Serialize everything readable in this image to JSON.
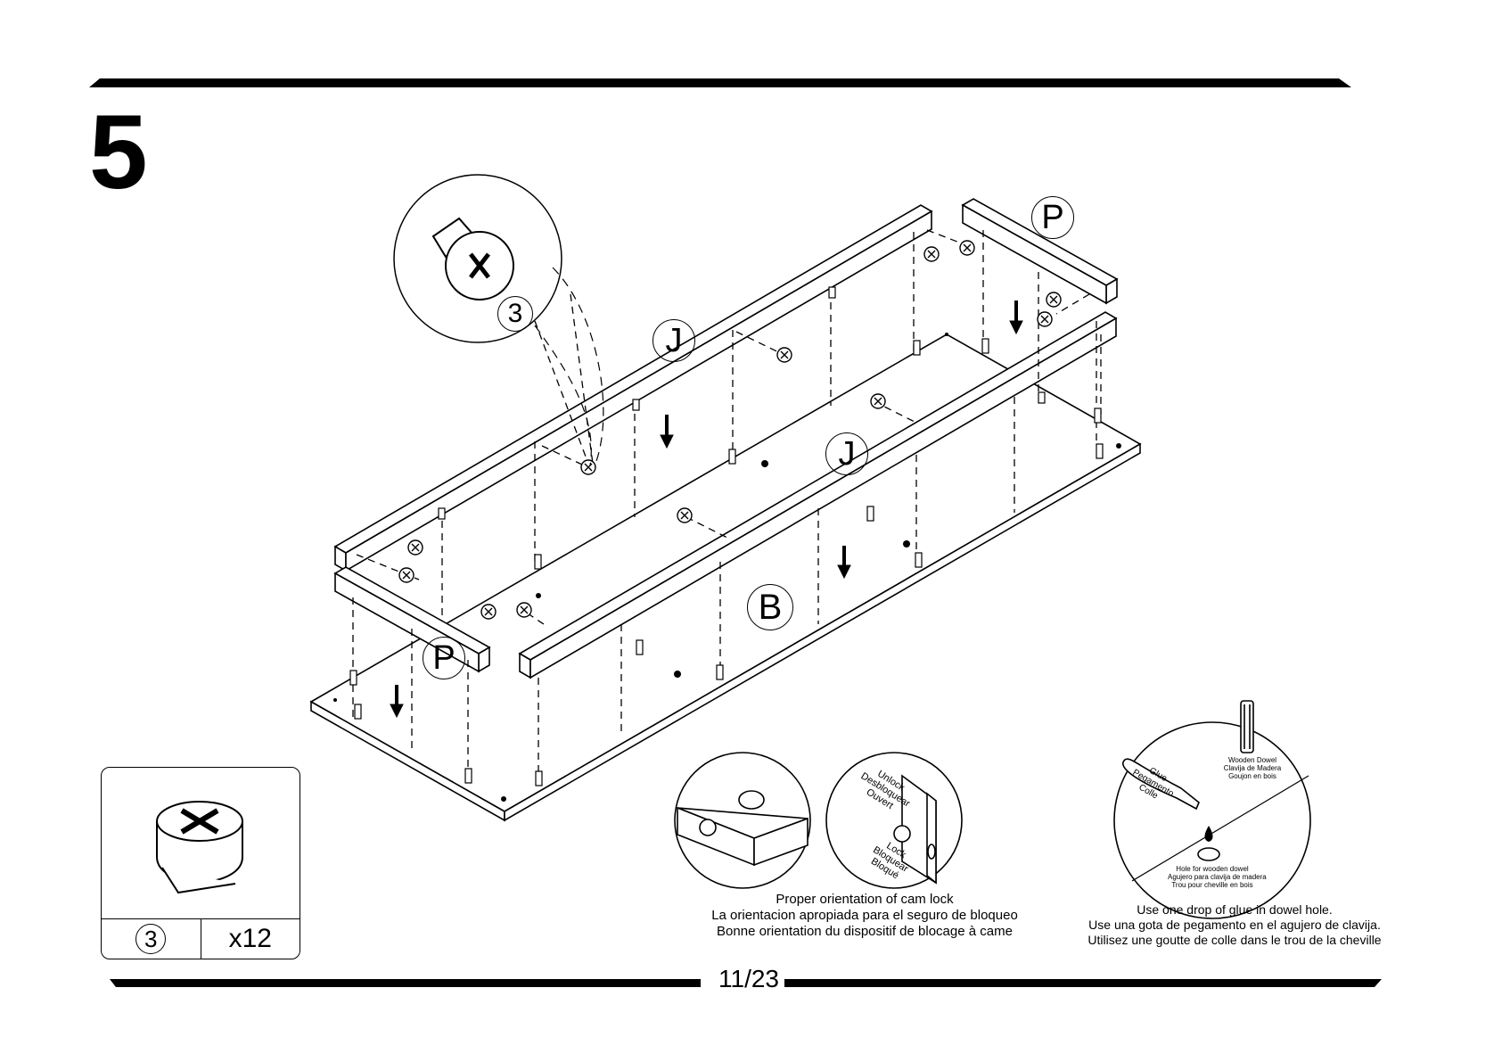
{
  "step": {
    "number": "5"
  },
  "parts_callout": {
    "part_id": "3",
    "quantity": "x12"
  },
  "part_labels": {
    "side_panel": "J",
    "end_panel": "P",
    "base_panel": "B",
    "cam_lock": "3"
  },
  "cam_lock_detail": {
    "unlock": [
      "Unlock",
      "Desbloquear",
      "Ouvert"
    ],
    "lock": [
      "Lock",
      "Bloquear",
      "Bloqué"
    ],
    "caption": [
      "Proper orientation of cam lock",
      "La orientacion apropiada para el seguro de bloqueo",
      "Bonne orientation du dispositif de blocage à came"
    ]
  },
  "dowel_detail": {
    "glue": [
      "Glue",
      "Pegamento",
      "Colle"
    ],
    "dowel": [
      "Wooden Dowel",
      "Clavija de Madera",
      "Goujon en bois"
    ],
    "hole": [
      "Hole for wooden dowel",
      "Agujero para clavija de madera",
      "Trou pour cheville en bois"
    ],
    "caption": [
      "Use one drop of glue in dowel hole.",
      "Use una gota de pegamento en el agujero de clavija.",
      "Utilisez une goutte de colle dans le trou de la cheville"
    ]
  },
  "footer": {
    "page": "11/23"
  }
}
